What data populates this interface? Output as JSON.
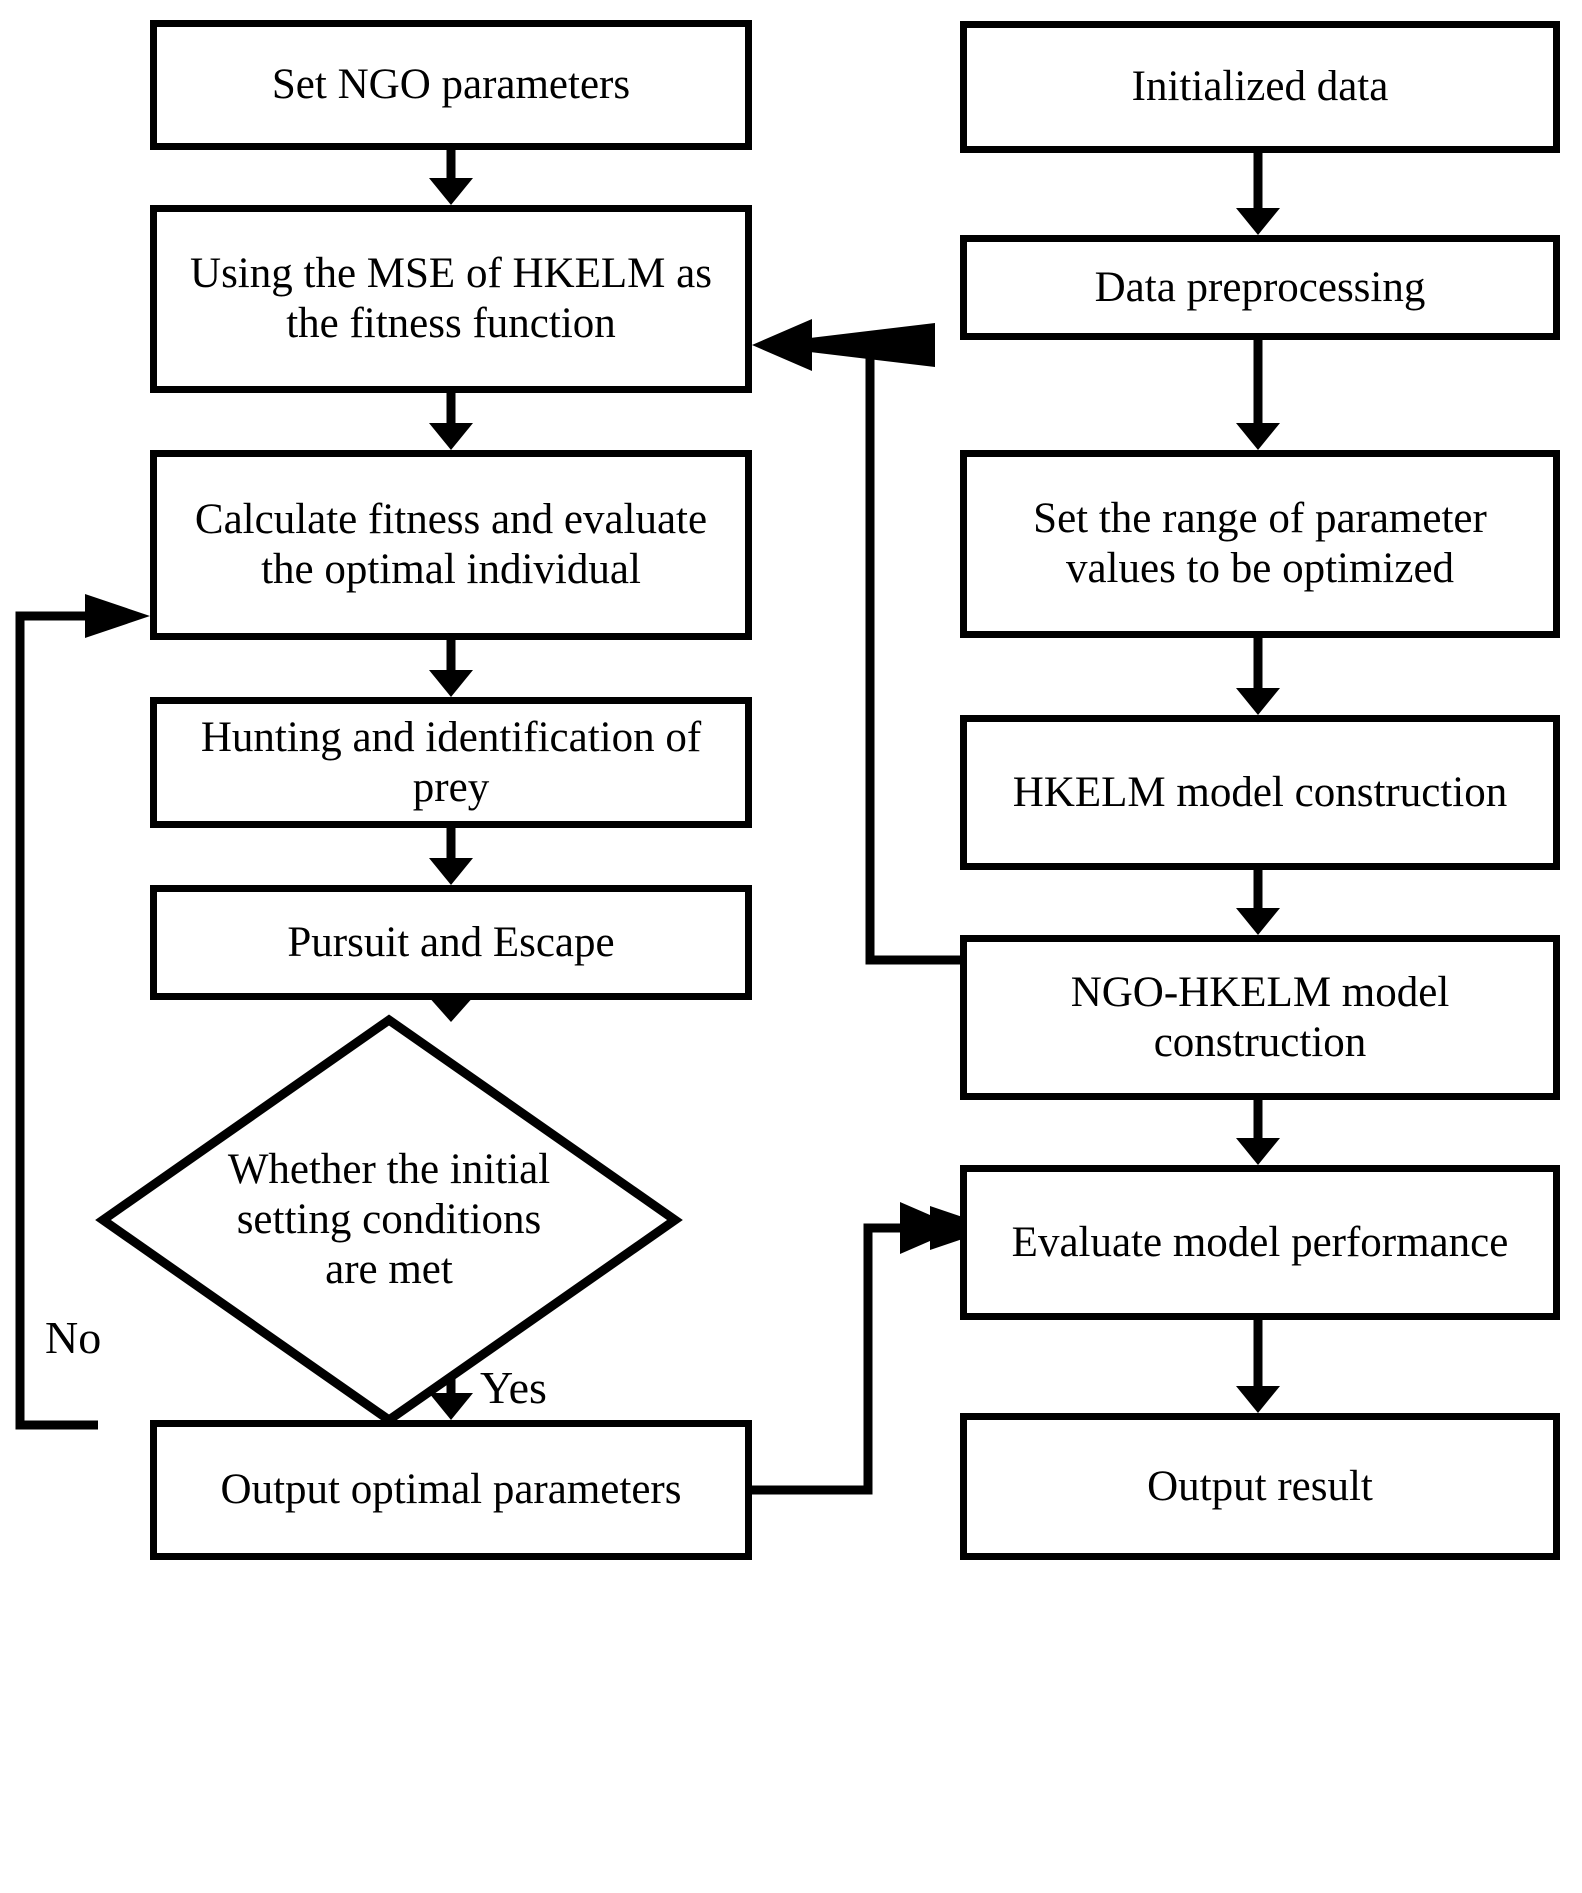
{
  "diagram": {
    "title": "NGO-HKELM model flowchart",
    "stroke_color": "#000000",
    "fill_color": "#ffffff",
    "left_column": {
      "nodes": [
        {
          "id": "set-ngo-parameters",
          "label": "Set NGO parameters",
          "shape": "process"
        },
        {
          "id": "fitness-function",
          "label": "Using the MSE of HKELM as the fitness function",
          "shape": "process"
        },
        {
          "id": "calculate-fitness",
          "label": "Calculate fitness and evaluate the optimal individual",
          "shape": "process"
        },
        {
          "id": "hunting-identification",
          "label": "Hunting and identification of prey",
          "shape": "process"
        },
        {
          "id": "pursuit-escape",
          "label": "Pursuit and Escape",
          "shape": "process"
        },
        {
          "id": "condition-check",
          "label": "Whether the initial setting conditions are met",
          "shape": "decision"
        },
        {
          "id": "output-optimal-parameters",
          "label": "Output optimal parameters",
          "shape": "process"
        }
      ]
    },
    "right_column": {
      "nodes": [
        {
          "id": "initialized-data",
          "label": "Initialized data",
          "shape": "process"
        },
        {
          "id": "data-preprocessing",
          "label": "Data preprocessing",
          "shape": "process"
        },
        {
          "id": "set-parameter-range",
          "label": "Set the range of parameter values to be optimized",
          "shape": "process"
        },
        {
          "id": "hkelm-model-construction",
          "label": "HKELM model construction",
          "shape": "process"
        },
        {
          "id": "ngo-hkelm-model-construction",
          "label": "NGO-HKELM model construction",
          "shape": "process"
        },
        {
          "id": "evaluate-model-performance",
          "label": "Evaluate model performance",
          "shape": "process"
        },
        {
          "id": "output-result",
          "label": "Output result",
          "shape": "process"
        }
      ]
    },
    "edge_labels": {
      "no": "No",
      "yes": "Yes"
    }
  }
}
